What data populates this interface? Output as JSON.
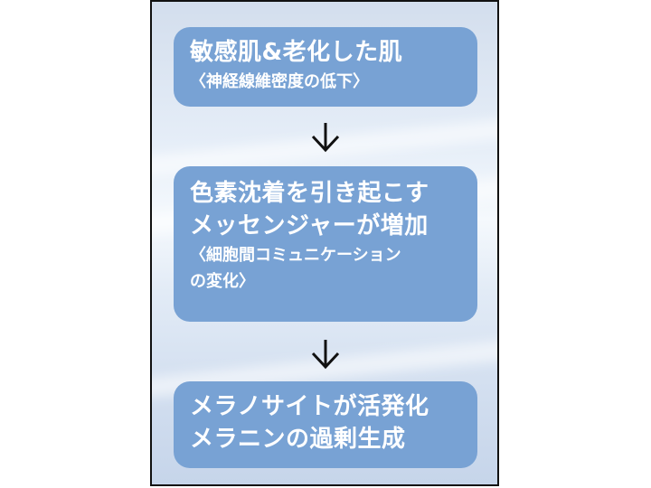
{
  "boxes": [
    {
      "lines": [
        "敏感肌&老化した肌"
      ],
      "sub_lines": [
        "〈神経線維密度の低下〉"
      ]
    },
    {
      "lines": [
        "色素沈着を引き起こす",
        "メッセンジャーが増加"
      ],
      "sub_lines": [
        "〈細胞間コミュニケーション",
        "の変化〉"
      ]
    },
    {
      "lines": [
        "メラノサイトが活発化",
        "メラニンの過剰生成"
      ],
      "sub_lines": []
    }
  ],
  "arrow_icon": "arrow-down-icon",
  "colors": {
    "box_fill": "#78a2d4",
    "text": "#ffffff",
    "arrow": "#111111",
    "frame_border": "#111111"
  }
}
